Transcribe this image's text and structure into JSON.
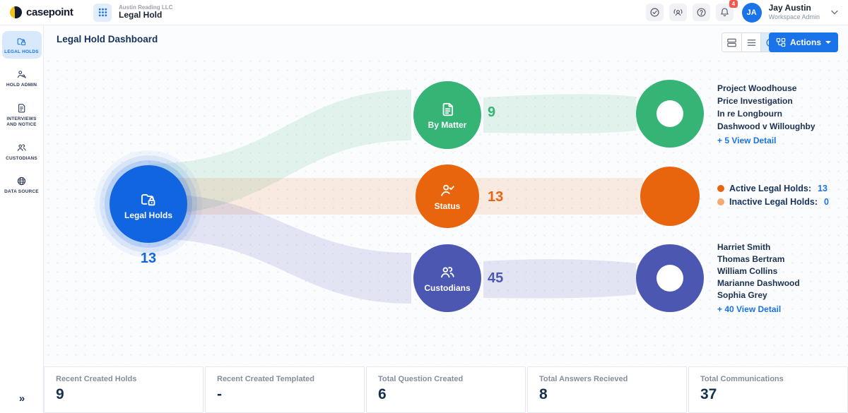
{
  "colors": {
    "accent_blue": "#1a73e8",
    "node_blue": "#1165e0",
    "green": "#35b475",
    "orange": "#e8650e",
    "indigo": "#4c57b2",
    "badge_red": "#f4564e",
    "active_nav_bg": "#d9e9fc"
  },
  "topbar": {
    "brand": "casepoint",
    "org": "Austin Reading LLC",
    "app": "Legal Hold",
    "icons": [
      "app-switcher",
      "clock-check",
      "support",
      "help",
      "notifications"
    ],
    "notification_count": "4",
    "user": {
      "initials": "JA",
      "name": "Jay Austin",
      "role": "Workspace Admin"
    }
  },
  "sidebar": {
    "items": [
      {
        "label": "LEGAL HOLDS",
        "icon": "legal-holds",
        "active": true
      },
      {
        "label": "HOLD ADMIN",
        "icon": "hold-admin",
        "active": false
      },
      {
        "label": "INTERVIEWS AND NOTICE",
        "icon": "interviews-notice",
        "active": false
      },
      {
        "label": "CUSTODIANS",
        "icon": "custodians",
        "active": false
      },
      {
        "label": "DATA SOURCE",
        "icon": "data-source",
        "active": false
      }
    ],
    "collapse_glyph": "»"
  },
  "header": {
    "title": "Legal Hold Dashboard",
    "view_toggles": [
      "card-view",
      "list-view",
      "chart-view"
    ],
    "active_view": "chart-view",
    "actions_label": "Actions"
  },
  "chart_data": {
    "type": "sankey",
    "source": {
      "label": "Legal Holds",
      "value": "13",
      "color": "#1165e0"
    },
    "branches": [
      {
        "label": "By Matter",
        "value": "9",
        "color": "#35b475",
        "items": [
          "Project Woodhouse",
          "Price Investigation",
          "In re Longbourn",
          "Dashwood v Willoughby"
        ],
        "more_link": "+ 5 View Detail"
      },
      {
        "label": "Status",
        "value": "13",
        "color": "#e8650e",
        "legend": [
          {
            "label": "Active Legal Holds:",
            "value": "13",
            "dot_color": "#e8650e"
          },
          {
            "label": "Inactive Legal Holds:",
            "value": "0",
            "dot_color": "#f5a973"
          }
        ]
      },
      {
        "label": "Custodians",
        "value": "45",
        "color": "#4c57b2",
        "items": [
          "Harriet Smith",
          "Thomas Bertram",
          "William Collins",
          "Marianne Dashwood",
          "Sophia Grey"
        ],
        "more_link": "+ 40 View Detail"
      }
    ]
  },
  "stats": {
    "cards": [
      {
        "label": "Recent Created Holds",
        "value": "9"
      },
      {
        "label": "Recent Created Templated",
        "value": "-"
      },
      {
        "label": "Total Question Created",
        "value": "6"
      },
      {
        "label": "Total Answers Recieved",
        "value": "8"
      },
      {
        "label": "Total Communications",
        "value": "37"
      }
    ]
  }
}
